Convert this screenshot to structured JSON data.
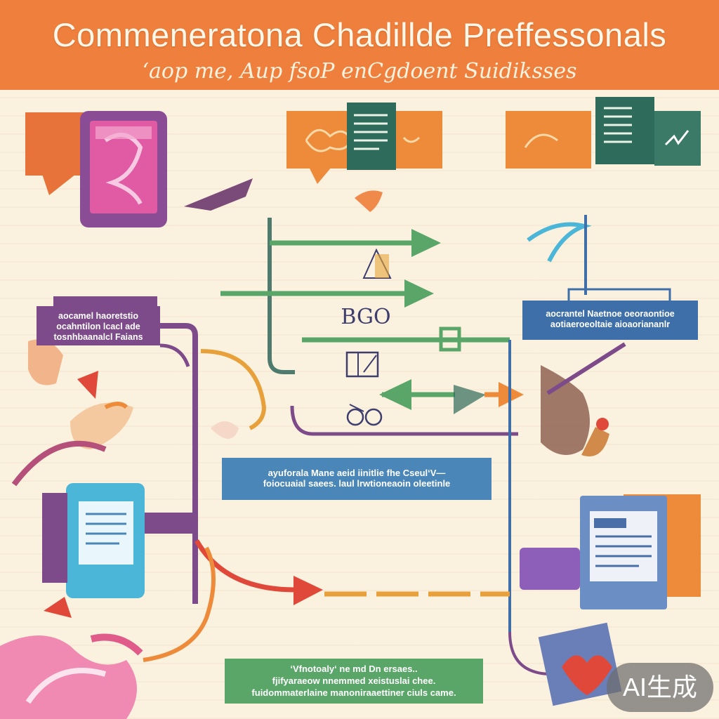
{
  "header": {
    "title": "Commeneratona Chadillde Preffessonals",
    "subtitle": "‘aop me, Aup fsoP enCgdoent Suidiksses"
  },
  "boxes": {
    "purple_left": {
      "lines": [
        "aocamel haoretstio",
        "ocahntilon lcacl ade",
        "tosnhbaanalcl Faians"
      ]
    },
    "blue_right": {
      "lines": [
        "aocrantel Naetnoe oeoraontioe",
        "aotiaeroeoltaie aioaoriananlr"
      ]
    },
    "blue_center": {
      "lines": [
        "ayuforala Mane aeid iinitlie fhe Cseul‘V—",
        "foiocuaial saees. laul lrwtioneaoin oleetinle"
      ]
    },
    "green_bottom": {
      "lines": [
        "‘Vfnotoaly‘ ne md Dn ersaes..",
        "fjifyaraeow nnemmed xeistuslai chee.",
        "fuidommaterlaine manoniraaettiner ciuls came."
      ]
    }
  },
  "center_label": "BGO",
  "watermark": "AI生成",
  "colors": {
    "header": "#ee7f3d",
    "paper": "#fbf1df",
    "orange": "#ee8b3a",
    "green": "#5aa669",
    "dark_green": "#2f6b5a",
    "purple": "#7d4a8a",
    "blue": "#3f6fa8",
    "cyan": "#4cb6d8",
    "pink": "#e0559a",
    "red": "#e0493a"
  }
}
